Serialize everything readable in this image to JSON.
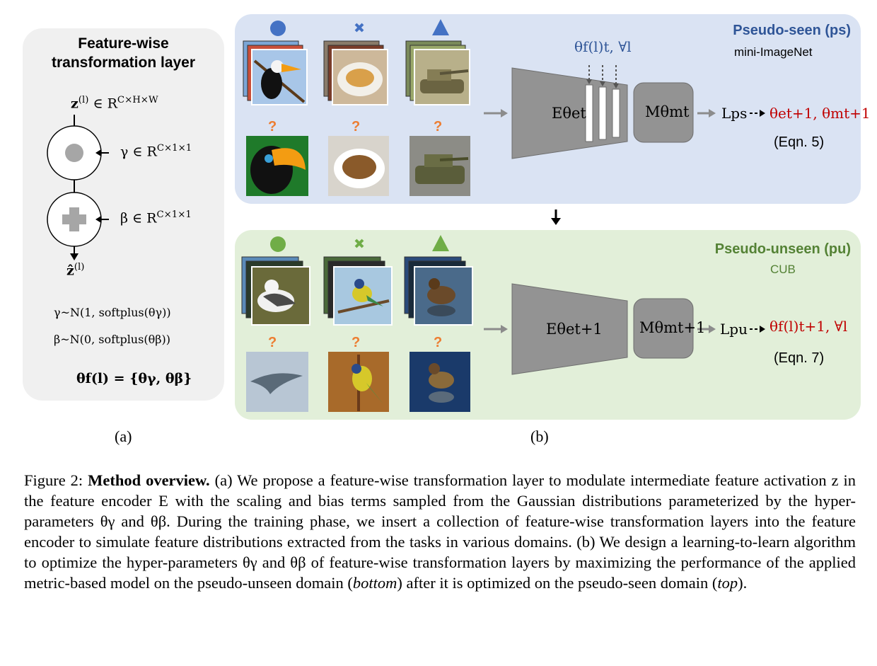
{
  "panel_a": {
    "title_line1": "Feature-wise",
    "title_line2": "transformation layer",
    "input_var": "z",
    "input_sup": "(l)",
    "input_space": " ∈ R",
    "input_dims": "C×H×W",
    "gamma_label": "γ ∈ R",
    "gamma_dims": "C×1×1",
    "beta_label": "β ∈ R",
    "beta_dims": "C×1×1",
    "output_var": "ẑ",
    "output_sup": "(l)",
    "gamma_dist": "γ~N(1, softplus(θγ))",
    "beta_dist": "β~N(0, softplus(θβ))",
    "theta_def": "θf(l) = {θγ, θβ}",
    "sublabel": "(a)"
  },
  "panel_top": {
    "title": "Pseudo-seen (ps)",
    "dataset": "mini-ImageNet",
    "theta_f": "θf(l)t, ∀l",
    "encoder": "Eθet",
    "metric": "Mθmt",
    "loss": "Lps",
    "update": "θet+1, θmt+1",
    "eqn": "(Eqn. 5)",
    "shape_color": "#4472c4"
  },
  "panel_bottom": {
    "title": "Pseudo-unseen (pu)",
    "dataset": "CUB",
    "encoder": "Eθet+1",
    "metric": "Mθmt+1",
    "loss": "Lpu",
    "update": "θf(l)t+1, ∀l",
    "eqn": "(Eqn. 7)",
    "shape_color": "#70ad47"
  },
  "qmark": "?",
  "sublabel_b": "(b)",
  "caption": {
    "lead": "Figure 2: ",
    "bold": "Method overview.",
    "text": " (a) We propose a feature-wise transformation layer to modulate intermediate feature activation z in the feature encoder E with the scaling and bias terms sampled from the Gaussian distributions parameterized by the hyper-parameters θγ and θβ. During the training phase, we insert a collection of feature-wise transformation layers into the feature encoder to simulate feature distributions extracted from the tasks in various domains. (b) We design a learning-to-learn algorithm to optimize the hyper-parameters θγ and θβ of feature-wise transformation layers by maximizing the performance of the applied metric-based model on the pseudo-unseen domain (",
    "italic1": "bottom",
    "mid": ") after it is optimized on the pseudo-seen domain (",
    "italic2": "top",
    "end": ")."
  },
  "colors": {
    "panel_a_bg": "#f0f0f0",
    "top_bg": "#dae3f3",
    "bottom_bg": "#e2efd9",
    "trapezoid": "#939393",
    "accent_orange": "#ed7d31",
    "accent_red": "#c00000"
  }
}
